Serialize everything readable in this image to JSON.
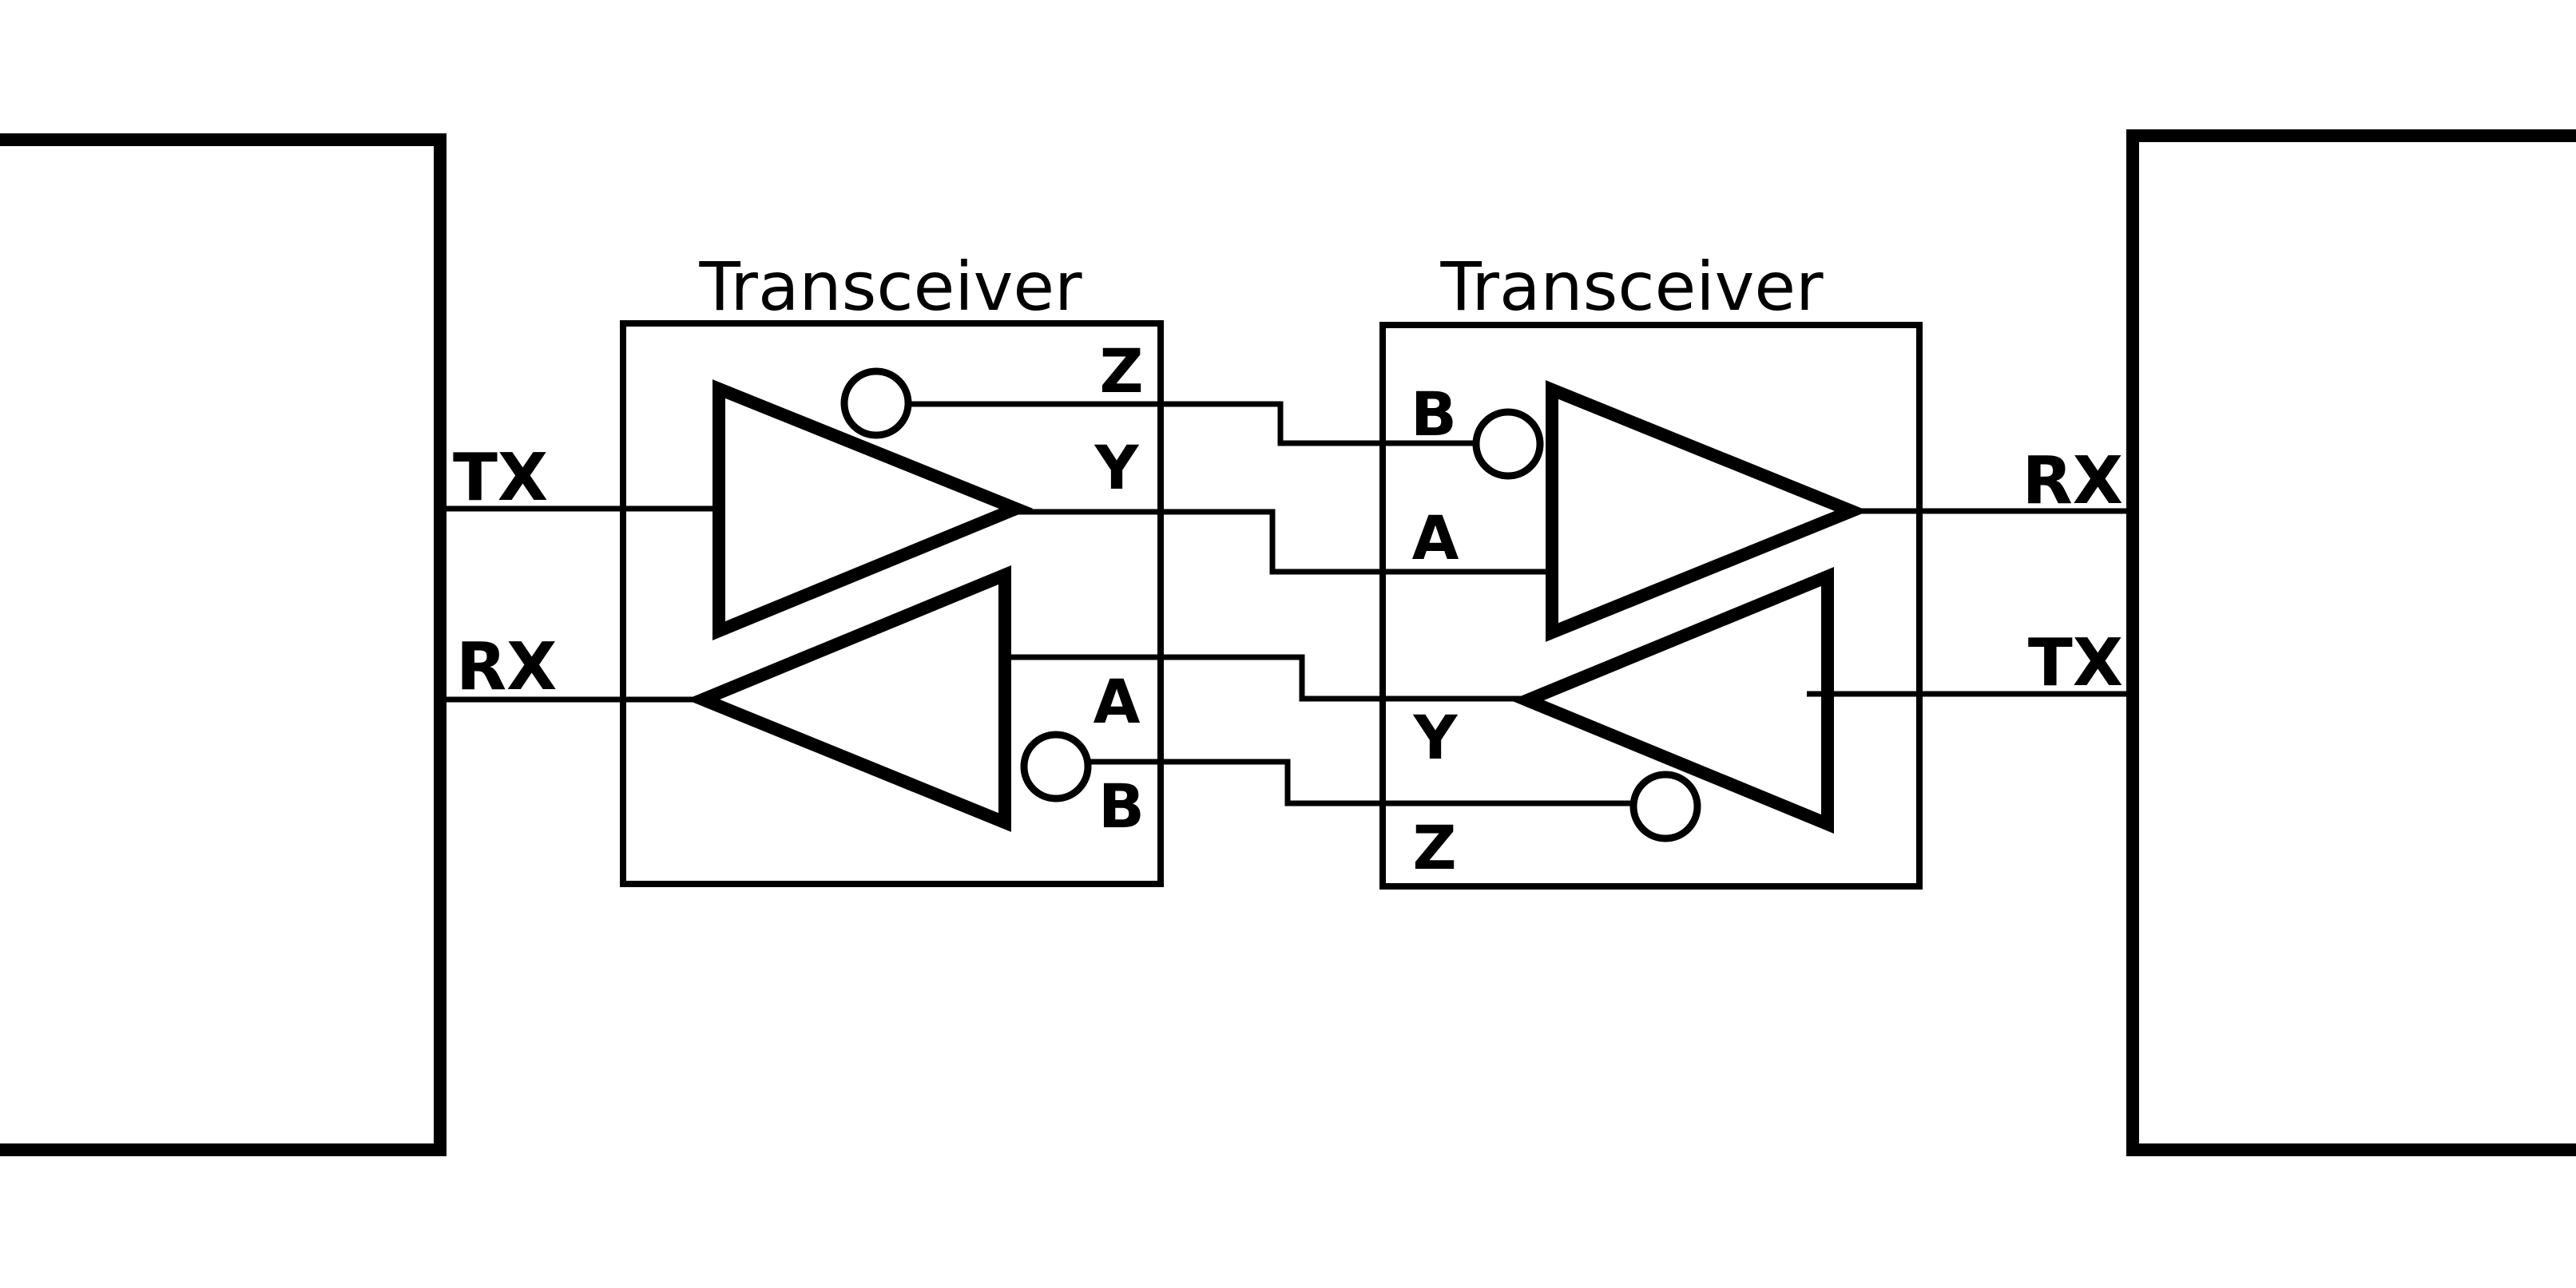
{
  "left_transceiver": {
    "title": "Transceiver",
    "driver_pins": {
      "inverting": "Z",
      "non_inverting": "Y"
    },
    "receiver_pins": {
      "non_inverting": "A",
      "inverting": "B"
    }
  },
  "right_transceiver": {
    "title": "Transceiver",
    "receiver_pins": {
      "inverting": "B",
      "non_inverting": "A"
    },
    "driver_pins": {
      "non_inverting": "Y",
      "inverting": "Z"
    }
  },
  "left_device": {
    "tx_label": "TX",
    "rx_label": "RX"
  },
  "right_device": {
    "rx_label": "RX",
    "tx_label": "TX"
  },
  "colors": {
    "line": "#000000",
    "background": "#ffffff"
  }
}
